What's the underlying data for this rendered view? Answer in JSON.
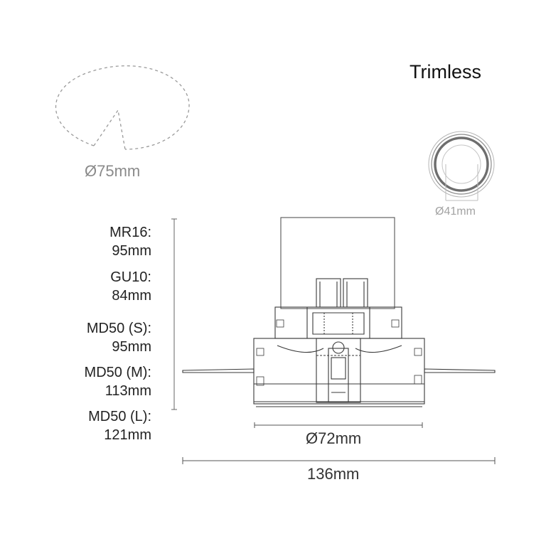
{
  "title": "Trimless",
  "cutout": {
    "label": "Ø75mm"
  },
  "front_view": {
    "diameter_label": "Ø41mm"
  },
  "dimensions": {
    "body_diameter": "Ø72mm",
    "total_width": "136mm"
  },
  "heights": [
    {
      "lamp": "MR16:",
      "height": "95mm"
    },
    {
      "lamp": "GU10:",
      "height": "84mm"
    },
    {
      "lamp": "MD50 (S):",
      "height": "95mm"
    },
    {
      "lamp": "MD50 (M):",
      "height": "113mm"
    },
    {
      "lamp": "MD50 (L):",
      "height": "121mm"
    }
  ]
}
